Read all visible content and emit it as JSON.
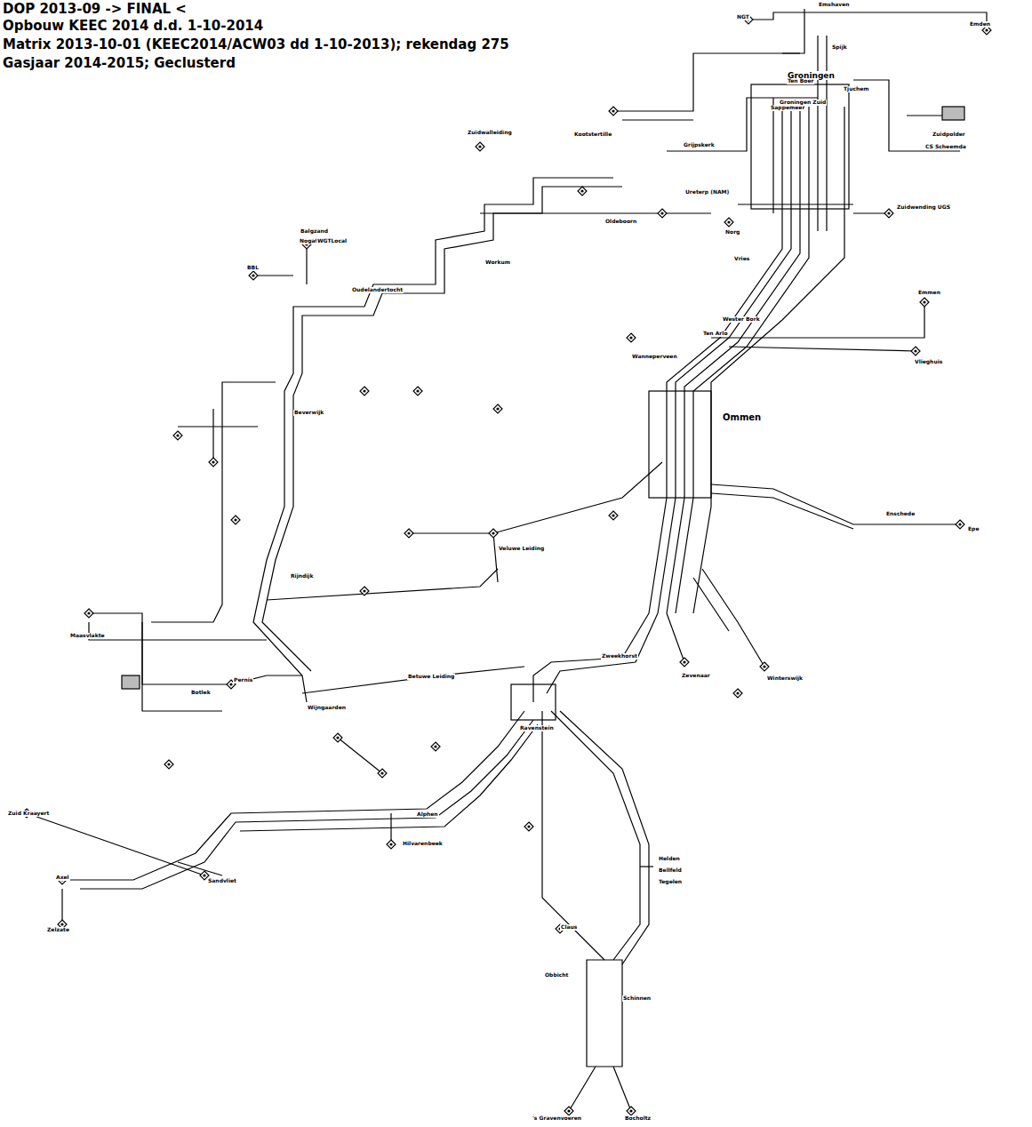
{
  "diagram": {
    "labels": [
      "DOP 2013-09 -> FINAL <",
      "Opbouw KEEC 2014 d.d. 1-10-2014",
      "Matrix 2013-10-01 (KEEC2014/ACW03 dd 1-10-2013); rekendag 275",
      "Gasjaar 2014-2015; Geclusterd",
      "NGT",
      "Emshaven",
      "Emden",
      "Spijk",
      "Groningen",
      "Ten Boer",
      "Tjuchem",
      "Groningen Zuid",
      "Zuidwalleiding",
      "Kootstertille",
      "Grijpskerk",
      "Sappemeer",
      "Zuidpolder",
      "CS Scheemda",
      "Ureterp (NAM)",
      "Oldeboorn",
      "Norg",
      "Zuidwending UGS",
      "Workum",
      "Balgzand",
      "Nogat",
      "WGTLocal",
      "BBL",
      "Oudelandertocht",
      "Vries",
      "Emmen",
      "Wester Bork",
      "Ten Arlo",
      "Vlieghuis",
      "Wanneperveen",
      "Beverwijk",
      "Ommen",
      "Enschede",
      "Epe",
      "Veluwe Leiding",
      "Rijndijk",
      "Maasvlakte",
      "Botlek",
      "Pernis",
      "Wijngaarden",
      "Betuwe Leiding",
      "Zweekhorst",
      "Zevenaar",
      "Winterswijk",
      "Ravenstein",
      "Alphen",
      "Hilvarenbeek",
      "Zuid Kraayert",
      "Axel",
      "Zelzate",
      "Sandvliet",
      "Helden",
      "Bellfeld",
      "Tegelen",
      "Claus",
      "Obbicht",
      "Schinnen",
      "'s Gravenvoeren",
      "Bocholtz"
    ]
  }
}
